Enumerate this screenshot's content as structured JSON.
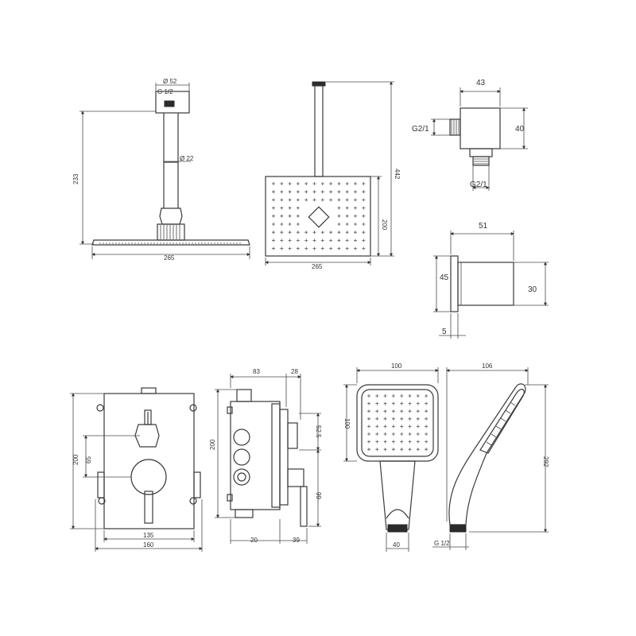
{
  "views": {
    "ceiling_shower_side": {
      "dim_top_dia": "Ø 52",
      "dim_thread": "G 1/2",
      "dim_pipe_dia": "Ø 22",
      "dim_height": "233",
      "dim_width": "265"
    },
    "ceiling_shower_front": {
      "dim_total_height": "442",
      "dim_head_height": "200",
      "dim_width": "265"
    },
    "wall_outlet_top": {
      "dim_width": "43",
      "dim_height": "40",
      "dim_thread_left": "G2/1",
      "dim_thread_bottom": "G2/1"
    },
    "wall_holder": {
      "dim_depth": "51",
      "dim_plate_height": "45",
      "dim_body_height": "30",
      "dim_plate_thickness": "5"
    },
    "mixer_front": {
      "dim_height": "200",
      "dim_offset": "65",
      "dim_inner_width": "135",
      "dim_outer_width": "160"
    },
    "mixer_side": {
      "dim_depth": "83",
      "dim_front": "28",
      "dim_height": "200",
      "dim_upper": "52.5",
      "dim_lower": "99",
      "dim_bottom_left": "20",
      "dim_bottom_right": "39"
    },
    "hand_shower_front": {
      "dim_width": "100",
      "dim_head_height": "100",
      "dim_base": "40"
    },
    "hand_shower_side": {
      "dim_width": "106",
      "dim_length": "292",
      "dim_thread": "G 1/2"
    }
  }
}
